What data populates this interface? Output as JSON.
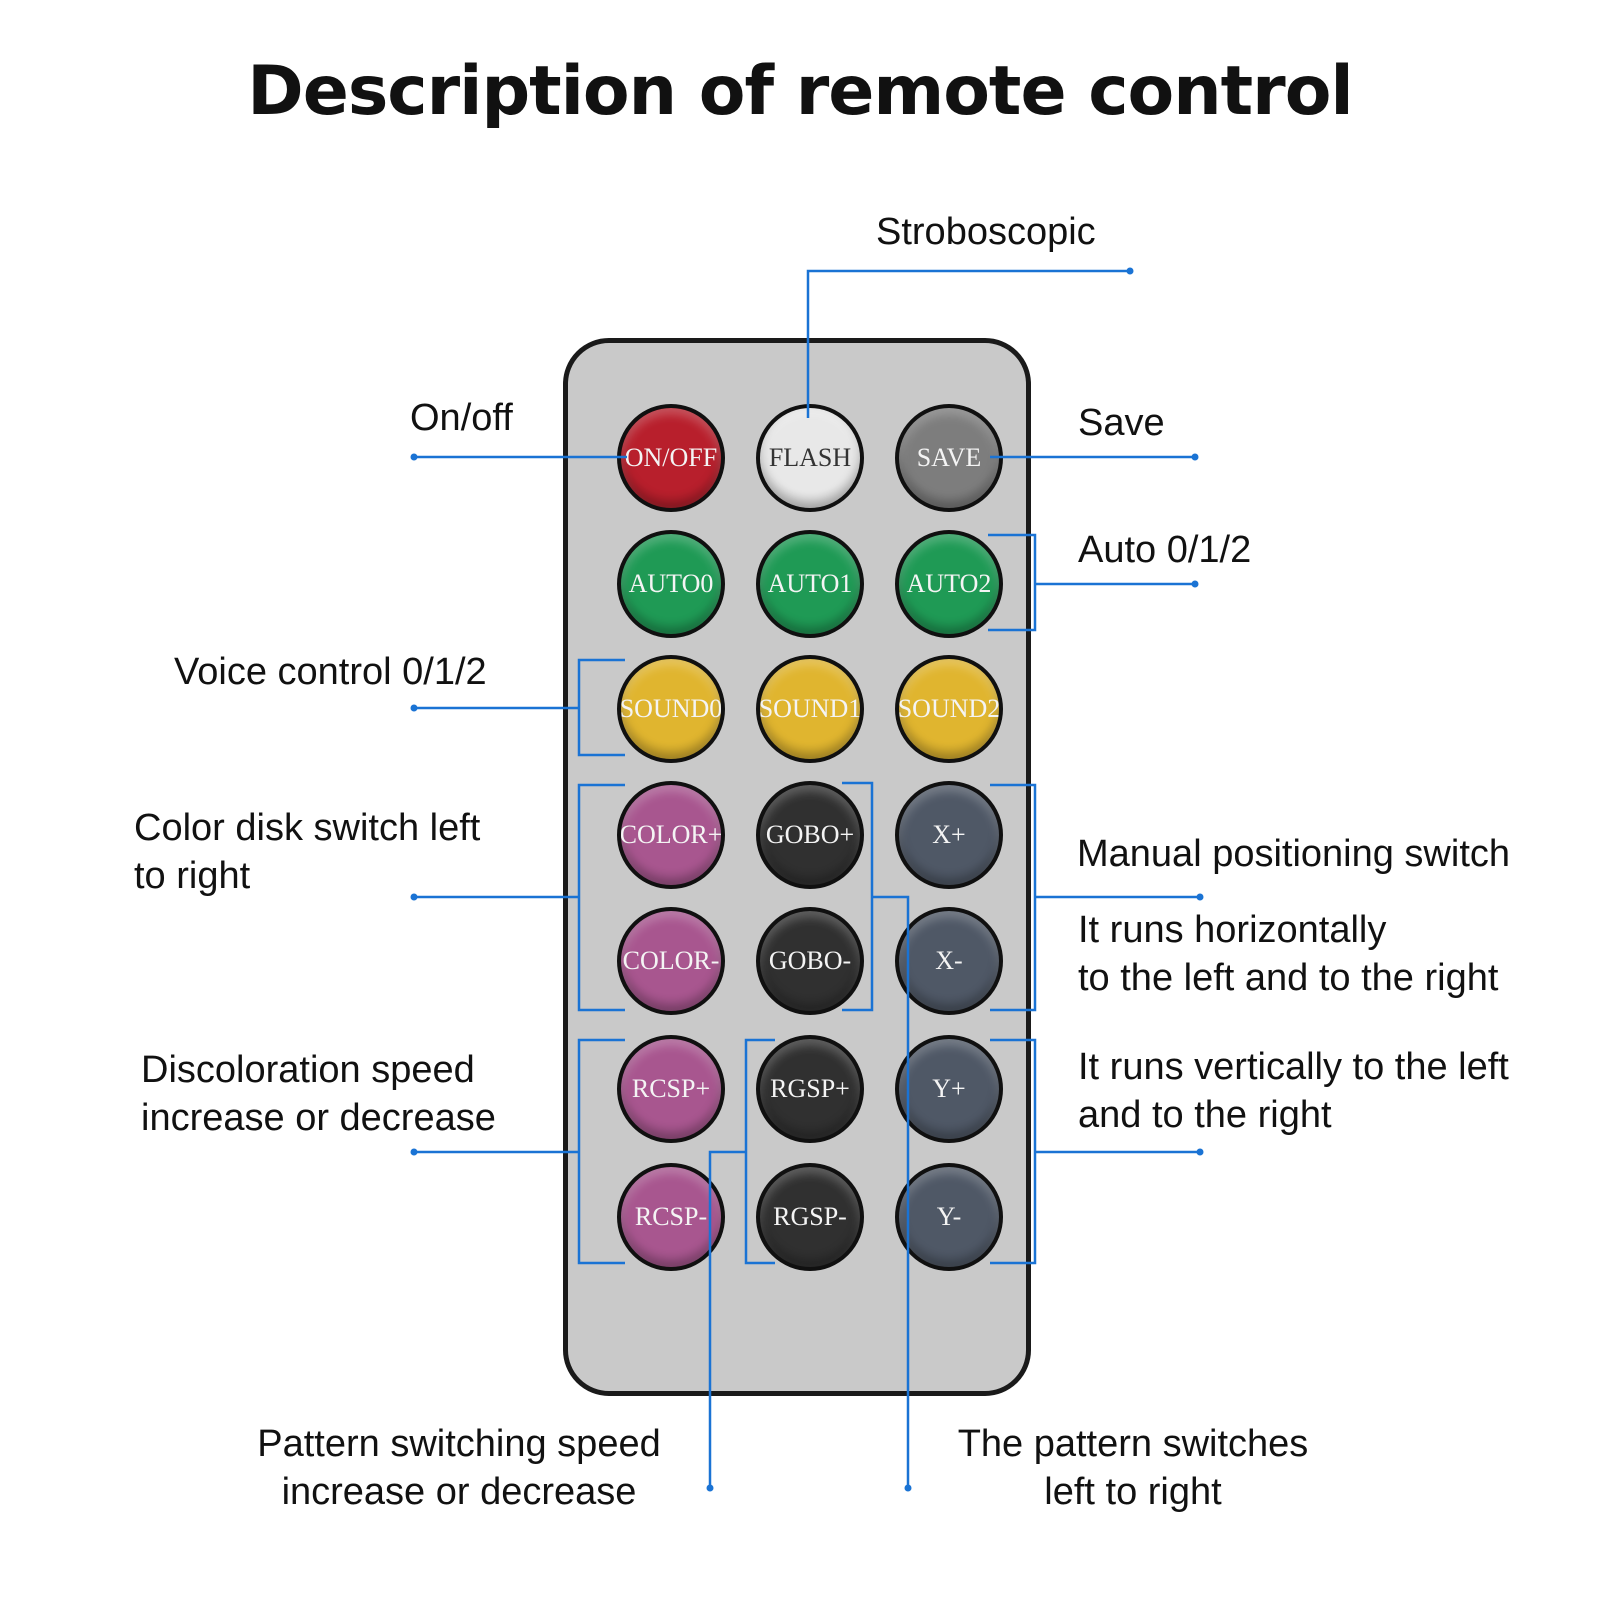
{
  "title": "Description of remote control",
  "remote": {
    "buttons": [
      {
        "label": "ON/OFF",
        "color": "#b81f2c",
        "text": "#f4f4f4"
      },
      {
        "label": "FLASH",
        "color": "#e8e8e8",
        "text": "#333333"
      },
      {
        "label": "SAVE",
        "color": "#7d7d7d",
        "text": "#f4f4f4"
      },
      {
        "label": "AUTO0",
        "color": "#1f9a55",
        "text": "#f4f4f4"
      },
      {
        "label": "AUTO1",
        "color": "#1f9a55",
        "text": "#f4f4f4"
      },
      {
        "label": "AUTO2",
        "color": "#1f9a55",
        "text": "#f4f4f4"
      },
      {
        "label": "SOUND0",
        "color": "#e0b52f",
        "text": "#f4f4f4"
      },
      {
        "label": "SOUND1",
        "color": "#e0b52f",
        "text": "#f4f4f4"
      },
      {
        "label": "SOUND2",
        "color": "#e0b52f",
        "text": "#f4f4f4"
      },
      {
        "label": "COLOR+",
        "color": "#a8568f",
        "text": "#f4f4f4"
      },
      {
        "label": "GOBO+",
        "color": "#303030",
        "text": "#f4f4f4"
      },
      {
        "label": "X+",
        "color": "#4f5866",
        "text": "#f4f4f4"
      },
      {
        "label": "COLOR-",
        "color": "#a8568f",
        "text": "#f4f4f4"
      },
      {
        "label": "GOBO-",
        "color": "#303030",
        "text": "#f4f4f4"
      },
      {
        "label": "X-",
        "color": "#4f5866",
        "text": "#f4f4f4"
      },
      {
        "label": "RCSP+",
        "color": "#a8568f",
        "text": "#f4f4f4"
      },
      {
        "label": "RGSP+",
        "color": "#303030",
        "text": "#f4f4f4"
      },
      {
        "label": "Y+",
        "color": "#4f5866",
        "text": "#f4f4f4"
      },
      {
        "label": "RCSP-",
        "color": "#a8568f",
        "text": "#f4f4f4"
      },
      {
        "label": "RGSP-",
        "color": "#303030",
        "text": "#f4f4f4"
      },
      {
        "label": "Y-",
        "color": "#4f5866",
        "text": "#f4f4f4"
      }
    ]
  },
  "annotations": {
    "stroboscopic": "Stroboscopic",
    "on_off": "On/off",
    "save": "Save",
    "auto": "Auto 0/1/2",
    "voice": "Voice control 0/1/2",
    "color_disk": [
      "Color disk switch left",
      "to right"
    ],
    "manual": "Manual positioning switch",
    "horizontal": [
      "It runs horizontally",
      "to the left and to the right"
    ],
    "vertical": [
      "It runs vertically to the left",
      "and to the right"
    ],
    "discoloration": [
      "Discoloration speed",
      "increase or decrease"
    ],
    "pattern_speed": [
      "Pattern switching speed",
      "increase or decrease"
    ],
    "pattern_switch": [
      "The pattern switches",
      "left to right"
    ]
  },
  "colors": {
    "leader_line": "#1a73d4",
    "remote_body": "#c9c9c9",
    "remote_border": "#1a1a1a"
  }
}
